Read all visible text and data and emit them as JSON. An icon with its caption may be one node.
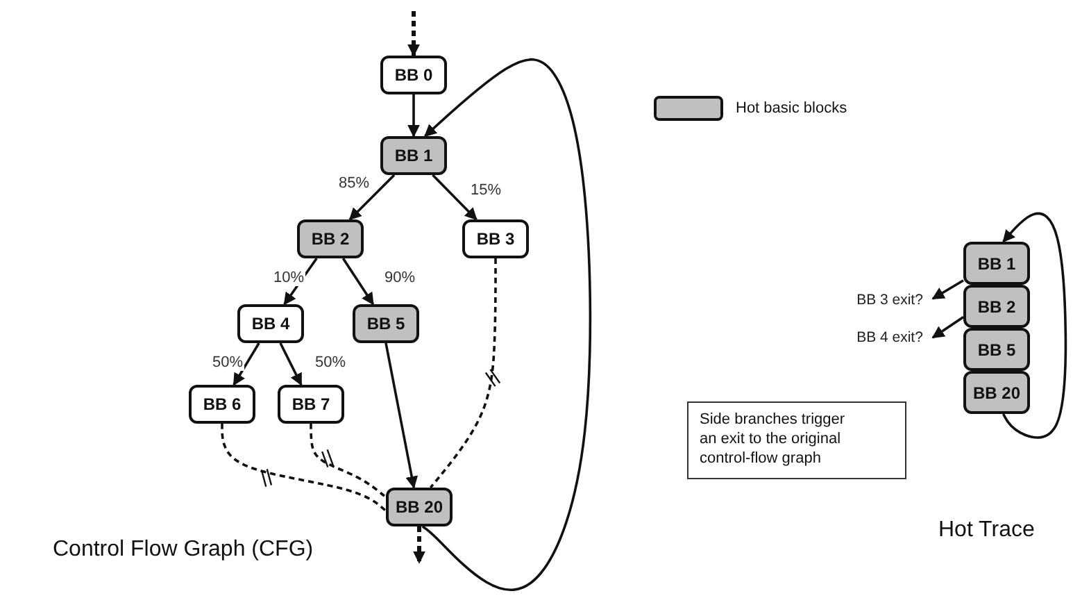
{
  "diagram": {
    "nodes": [
      {
        "text": [
          "BB 0"
        ]
      },
      {
        "text": [
          "BB 1"
        ]
      },
      {
        "text": [
          "BB 2"
        ]
      },
      {
        "text": [
          "BB 3"
        ]
      },
      {
        "text": [
          "BB 4"
        ]
      },
      {
        "text": [
          "BB 5"
        ]
      },
      {
        "text": [
          "BB 6"
        ]
      },
      {
        "text": [
          "BB 7"
        ]
      },
      {
        "text": [
          "BB 20"
        ]
      },
      {
        "text": [
          "BB 1"
        ]
      },
      {
        "text": [
          "BB 2"
        ]
      },
      {
        "text": [
          "BB 5"
        ]
      },
      {
        "text": [
          "BB 20"
        ]
      },
      {
        "text": [
          "BB 3 exit?"
        ]
      },
      {
        "text": [
          "BB 4 exit?"
        ]
      },
      {
        "text": [
          "Side branches trigger an exit to the original control-flow graph"
        ]
      }
    ],
    "edges": [
      {
        "from": null,
        "to": 0,
        "arrow": "to",
        "style": "dashed"
      },
      {
        "from": 0,
        "to": 1,
        "arrow": "to"
      },
      {
        "from": 8,
        "to": 1,
        "arrow": "to"
      },
      {
        "from": 1,
        "to": 2,
        "arrow": "to",
        "label": "85%"
      },
      {
        "from": 1,
        "to": 3,
        "arrow": "to",
        "label": "15%"
      },
      {
        "from": 2,
        "to": 4,
        "arrow": "to",
        "label": "10%"
      },
      {
        "from": 2,
        "to": 5,
        "arrow": "to",
        "label": "90%"
      },
      {
        "from": 4,
        "to": 6,
        "arrow": "to",
        "label": "50%"
      },
      {
        "from": 4,
        "to": 7,
        "arrow": "to",
        "label": "50%"
      },
      {
        "from": 5,
        "to": 8,
        "arrow": "to"
      },
      {
        "from": 3,
        "to": 8,
        "arrow": "none",
        "style": "dashed"
      },
      {
        "from": 6,
        "to": 8,
        "arrow": "none",
        "style": "dashed"
      },
      {
        "from": 7,
        "to": 8,
        "arrow": "none",
        "style": "dashed"
      },
      {
        "from": 8,
        "to": null,
        "arrow": "to",
        "style": "dashed"
      },
      {
        "from": 12,
        "to": 9,
        "arrow": "to"
      },
      {
        "from": 9,
        "to": 13,
        "arrow": "to"
      },
      {
        "from": 10,
        "to": 14,
        "arrow": "to"
      }
    ],
    "labels": [
      "Control Flow Graph (CFG)",
      "Hot Trace"
    ],
    "legend": [
      {
        "text": "Hot basic blocks",
        "color": "#c0c0c0"
      }
    ]
  }
}
